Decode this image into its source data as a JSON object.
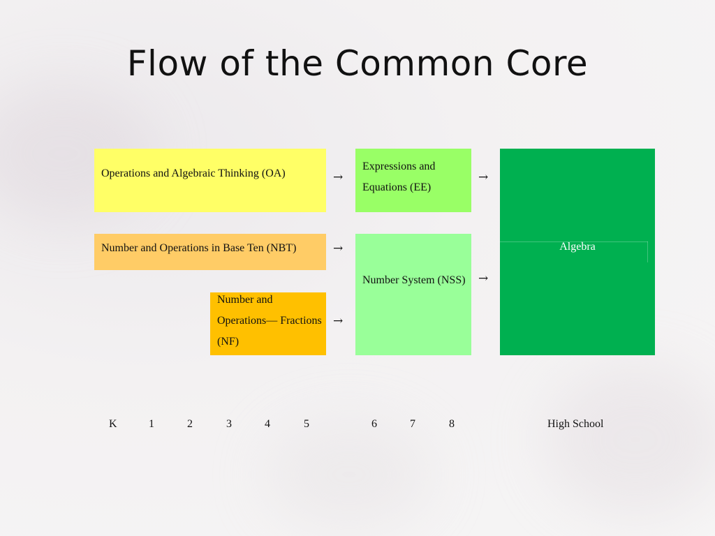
{
  "slide": {
    "title": "Flow of the Common Core"
  },
  "boxes": {
    "oa": "Operations and Algebraic Thinking (OA)",
    "nbt": "Number and Operations in Base Ten (NBT)",
    "nf": "Number and Operations— Fractions (NF)",
    "ee": "Expressions and Equations (EE)",
    "nss": "Number System (NSS)",
    "algebra": "Algebra"
  },
  "arrows": {
    "symbol": "→"
  },
  "grades": [
    "K",
    "1",
    "2",
    "3",
    "4",
    "5",
    "6",
    "7",
    "8",
    "High School"
  ],
  "colors": {
    "oa": "#ffff66",
    "nbt": "#ffcc66",
    "nf": "#ffc000",
    "ee": "#99ff66",
    "nss": "#99ff99",
    "algebra": "#00b050"
  }
}
